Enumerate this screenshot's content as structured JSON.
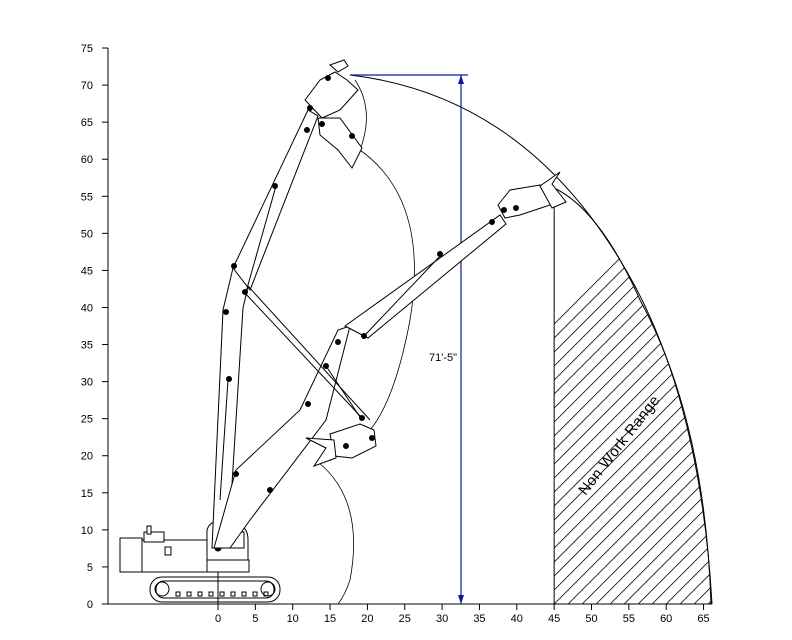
{
  "chart_data": {
    "type": "diagram",
    "title": "",
    "xlabel": "",
    "ylabel": "",
    "xlim": [
      -15,
      66
    ],
    "ylim": [
      0,
      75
    ],
    "x_ticks": [
      0,
      5,
      10,
      15,
      20,
      25,
      30,
      35,
      40,
      45,
      50,
      55,
      60,
      65
    ],
    "y_ticks": [
      0,
      5,
      10,
      15,
      20,
      25,
      30,
      35,
      40,
      45,
      50,
      55,
      60,
      65,
      70,
      75
    ],
    "max_height_dimension": "71'-5\"",
    "max_height_value": 71.4,
    "non_work_range": {
      "label": "Non Work Range",
      "x_start": 45,
      "x_end": 66
    },
    "reach_envelope": {
      "top_point": [
        18,
        71.4
      ],
      "outer_radius_end": [
        66,
        0
      ]
    }
  }
}
